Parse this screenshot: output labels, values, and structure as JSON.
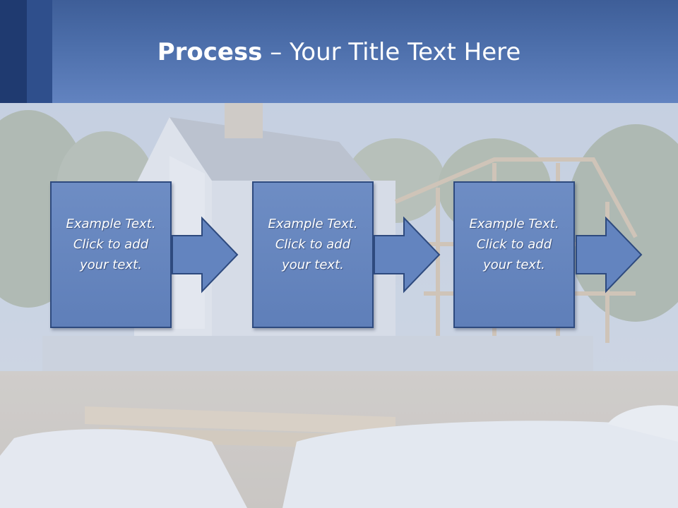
{
  "slide": {
    "title_bold": "Process",
    "title_rest": " – Your Title Text Here"
  },
  "process_steps": [
    {
      "text": "Example Text.\nClick  to add\nyour text."
    },
    {
      "text": "Example Text.\nClick  to add\nyour text."
    },
    {
      "text": "Example Text.\nClick  to add\nyour text."
    }
  ],
  "colors": {
    "header": "#4d6fab",
    "box_fill": "#6384bf",
    "box_border": "#2e4a7e",
    "text": "#ffffff"
  }
}
